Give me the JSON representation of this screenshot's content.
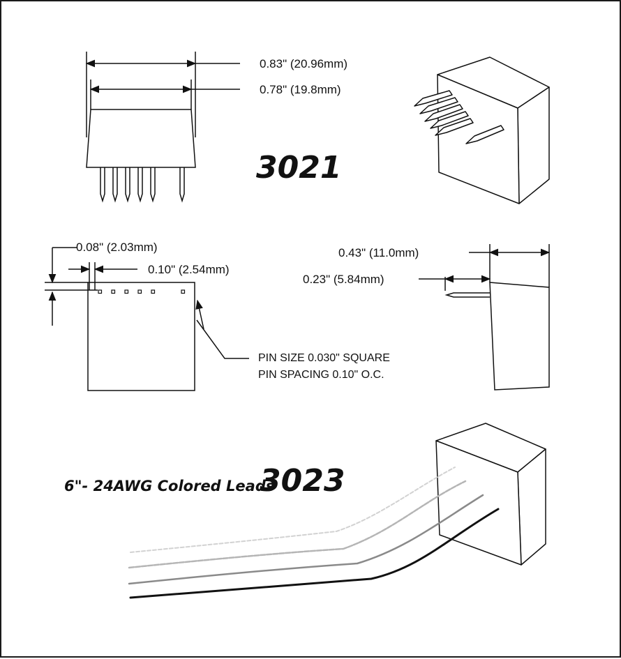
{
  "models": {
    "pin": "3021",
    "leads": "3023"
  },
  "dimensions": {
    "overall_width": "0.83\"  (20.96mm)",
    "body_width": "0.78\"  (19.8mm)",
    "edge_offset": "0.08\"  (2.03mm)",
    "pin_pitch": "0.10\"  (2.54mm)",
    "overall_depth": "0.43\"  (11.0mm)",
    "pin_length": "0.23\"  (5.84mm)"
  },
  "notes": {
    "pin_size": "PIN SIZE 0.030\" SQUARE",
    "pin_spacing": "PIN SPACING 0.10\" O.C."
  },
  "leads_label": "6\"- 24AWG Colored Leads",
  "colors": {
    "line": "#111111",
    "lead_black": "#111111",
    "lead_gray": "#8a8a8a",
    "lead_light": "#b5b5b5",
    "lead_lightest": "#d2d2d2"
  }
}
